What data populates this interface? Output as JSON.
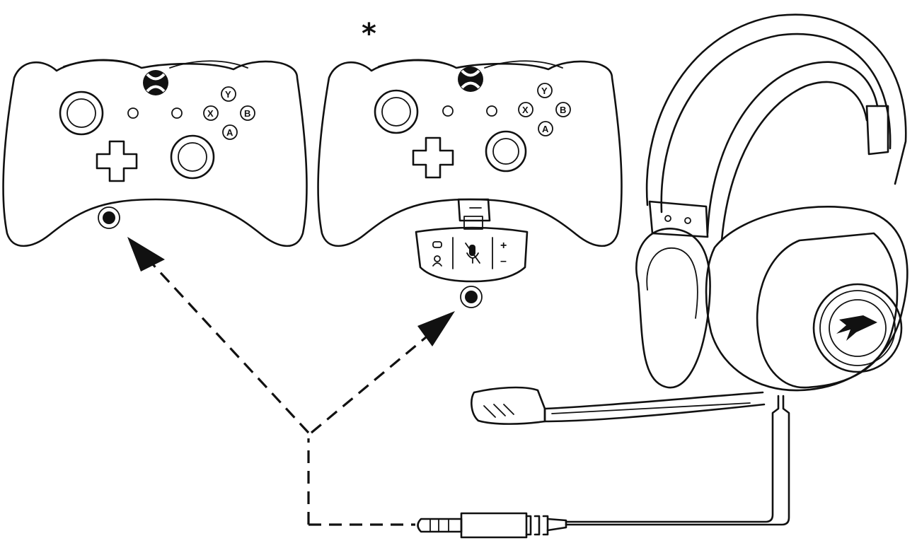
{
  "note_marker": "*",
  "controller_buttons": {
    "y": "Y",
    "x": "X",
    "b": "B",
    "a": "A"
  },
  "adapter_labels": {
    "plus": "+",
    "minus": "–"
  },
  "icons": [
    "xbox-logo-icon",
    "microphone-mute-icon",
    "chat-balance-icon",
    "hyperx-logo-icon"
  ]
}
